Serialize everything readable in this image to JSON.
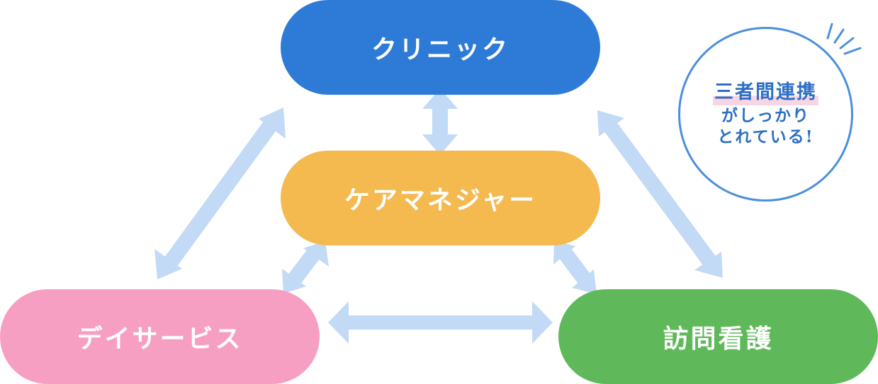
{
  "nodes": {
    "clinic": {
      "label": "クリニック",
      "color": "#2d7bd6"
    },
    "caremanager": {
      "label": "ケアマネジャー",
      "color": "#f4b94f"
    },
    "dayservice": {
      "label": "デイサービス",
      "color": "#f79fc3"
    },
    "homenursing": {
      "label": "訪問看護",
      "color": "#5fb95a"
    }
  },
  "callout": {
    "title": "三者間連携",
    "line2": "がしっかり",
    "line3": "とれている!",
    "border_color": "#4b8fde",
    "text_color": "#2d6fc4",
    "highlight_color": "#f7d6e3"
  },
  "arrow_color": "#c2daf5",
  "edges": [
    {
      "from": "clinic",
      "to": "caremanager",
      "direction": "both"
    },
    {
      "from": "clinic",
      "to": "dayservice",
      "direction": "both"
    },
    {
      "from": "clinic",
      "to": "homenursing",
      "direction": "both"
    },
    {
      "from": "caremanager",
      "to": "dayservice",
      "direction": "both"
    },
    {
      "from": "caremanager",
      "to": "homenursing",
      "direction": "both"
    },
    {
      "from": "dayservice",
      "to": "homenursing",
      "direction": "both"
    }
  ]
}
